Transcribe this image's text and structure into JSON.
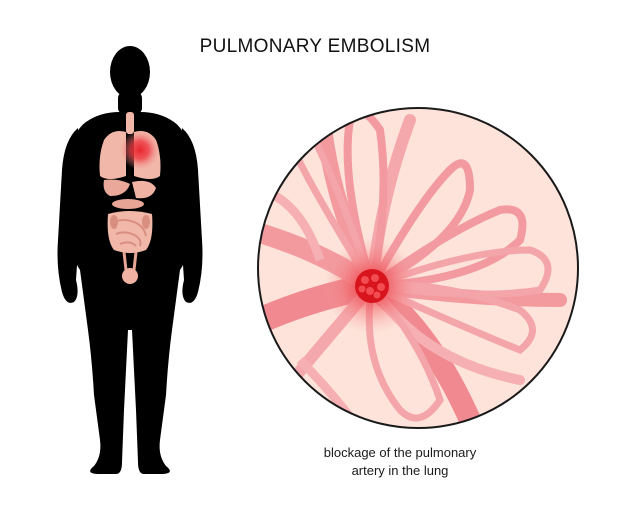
{
  "title": "PULMONARY EMBOLISM",
  "caption": {
    "line1": "blockage of the pulmonary",
    "line2": "artery in the lung"
  },
  "colors": {
    "silhouette": "#000000",
    "organs": "#f1b7a8",
    "organ_dark": "#d98f80",
    "lesion": "#e8262f",
    "magnifier_bg": "#fde3d9",
    "magnifier_border": "#1a1a1a",
    "vessel": "#f0838a",
    "vessel_light": "#f7b3b3",
    "clot": "#d8141d"
  }
}
